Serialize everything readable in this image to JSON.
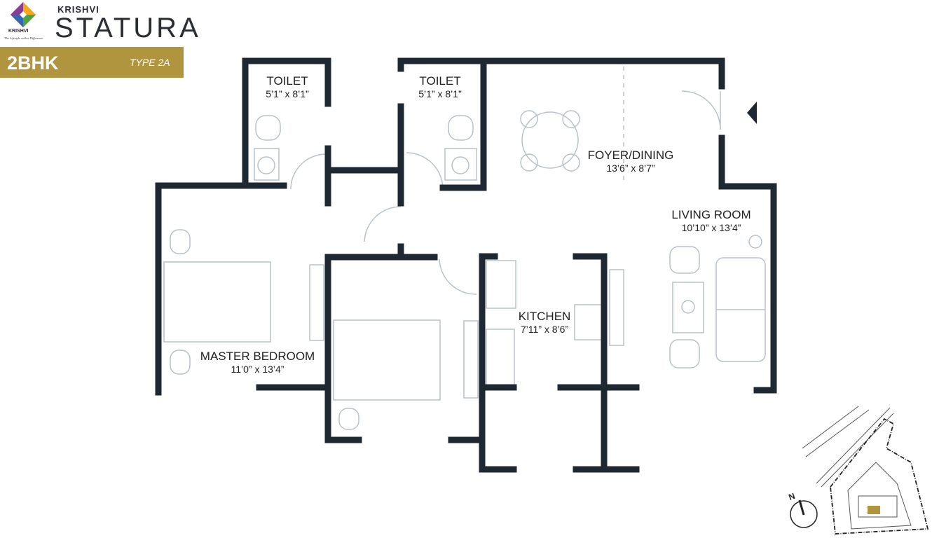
{
  "brand": {
    "logo_text": "KRISHVI",
    "tagline": "The Lifestyle with a Difference",
    "word": "KRISHVI",
    "name": "STATURA"
  },
  "banner": {
    "title": "2BHK",
    "type": "TYPE 2A",
    "color": "#b1953e"
  },
  "rooms": [
    {
      "name": "TOILET",
      "dim": "5’1” x 8’1”"
    },
    {
      "name": "TOILET",
      "dim": "5’1” x 8’1”"
    },
    {
      "name": "FOYER/DINING",
      "dim": "13’6” x 8’7”"
    },
    {
      "name": "LIVING ROOM",
      "dim": "10’10” x 13’4”"
    },
    {
      "name": "KITCHEN",
      "dim": "7’11” x 8’6”"
    },
    {
      "name": "MASTER BEDROOM",
      "dim": "11’0” x 13’4”"
    }
  ],
  "compass": {
    "label": "N"
  },
  "colors": {
    "wall": "#1d2833",
    "furniture": "#b9c2c9",
    "highlight": "#b1953e"
  }
}
